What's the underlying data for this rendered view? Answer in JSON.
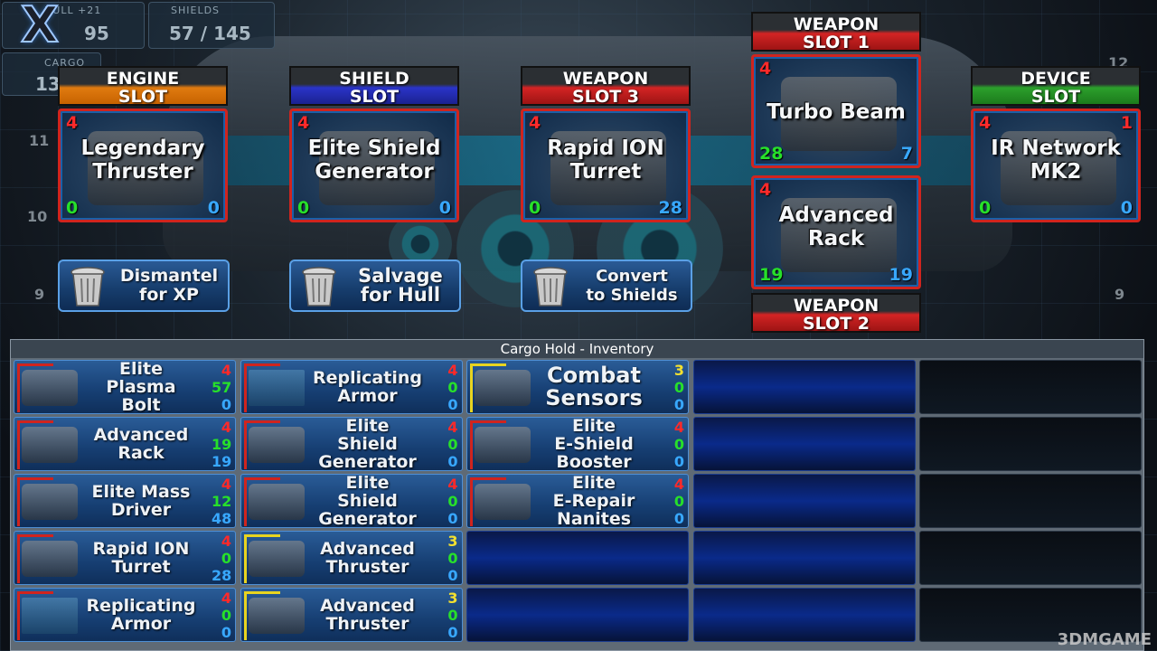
{
  "hud": {
    "hull_label": "HULL +21",
    "hull_value": "95",
    "shields_label": "SHIELDS",
    "shields_value": "57 / 145",
    "cargo_label": "CARGO",
    "cargo_value": "13"
  },
  "grid_numbers": {
    "left_11": "11",
    "left_10": "10",
    "left_9": "9",
    "right_12": "12",
    "right_9": "9"
  },
  "slots": {
    "engine": {
      "header": "ENGINE\nSLOT",
      "name": "Legendary Thruster",
      "tl": "4",
      "tr": "",
      "bl": "0",
      "br": "0"
    },
    "shield": {
      "header": "SHIELD\nSLOT",
      "name": "Elite Shield Generator",
      "tl": "4",
      "tr": "",
      "bl": "0",
      "br": "0"
    },
    "weapon3": {
      "header": "WEAPON\nSLOT 3",
      "name": "Rapid ION Turret",
      "tl": "4",
      "tr": "",
      "bl": "0",
      "br": "28"
    },
    "weapon1": {
      "header": "WEAPON\nSLOT 1",
      "name": "Turbo Beam",
      "tl": "4",
      "tr": "",
      "bl": "28",
      "br": "7"
    },
    "weapon2": {
      "header": "WEAPON\nSLOT 2",
      "name": "Advanced Rack",
      "tl": "4",
      "tr": "",
      "bl": "19",
      "br": "19"
    },
    "device": {
      "header": "DEVICE\nSLOT",
      "name": "IR Network MK2",
      "tl": "4",
      "tr": "1",
      "bl": "0",
      "br": "0"
    }
  },
  "actions": {
    "dismantle": "Dismantel\nfor XP",
    "salvage": "Salvage\nfor Hull",
    "convert": "Convert\nto Shields"
  },
  "cargo": {
    "title": "Cargo Hold - Inventory",
    "items": [
      {
        "name": "Elite\nPlasma\nBolt",
        "s1": "4",
        "s2": "57",
        "s3": "0",
        "c1": "r",
        "art": "gray"
      },
      {
        "name": "Replicating\nArmor",
        "s1": "4",
        "s2": "0",
        "s3": "0",
        "c1": "r",
        "art": "blue"
      },
      {
        "name": "Combat\nSensors",
        "s1": "3",
        "s2": "0",
        "s3": "0",
        "c1": "y",
        "art": "gray",
        "big": true
      },
      {
        "name": "Advanced\nRack",
        "s1": "4",
        "s2": "19",
        "s3": "19",
        "c1": "r",
        "art": "gray"
      },
      {
        "name": "Elite\nShield\nGenerator",
        "s1": "4",
        "s2": "0",
        "s3": "0",
        "c1": "r",
        "art": "gray"
      },
      {
        "name": "Elite\nE-Shield\nBooster",
        "s1": "4",
        "s2": "0",
        "s3": "0",
        "c1": "r",
        "art": "gray"
      },
      {
        "name": "Elite Mass\nDriver",
        "s1": "4",
        "s2": "12",
        "s3": "48",
        "c1": "r",
        "art": "gray"
      },
      {
        "name": "Elite\nShield\nGenerator",
        "s1": "4",
        "s2": "0",
        "s3": "0",
        "c1": "r",
        "art": "gray"
      },
      {
        "name": "Elite\nE-Repair\nNanites",
        "s1": "4",
        "s2": "0",
        "s3": "0",
        "c1": "r",
        "art": "gray"
      },
      {
        "name": "Rapid ION\nTurret",
        "s1": "4",
        "s2": "0",
        "s3": "28",
        "c1": "r",
        "art": "gray"
      },
      {
        "name": "Advanced\nThruster",
        "s1": "3",
        "s2": "0",
        "s3": "0",
        "c1": "y",
        "art": "gray"
      },
      {
        "name": "Replicating\nArmor",
        "s1": "4",
        "s2": "0",
        "s3": "0",
        "c1": "r",
        "art": "blue"
      },
      {
        "name": "Advanced\nThruster",
        "s1": "3",
        "s2": "0",
        "s3": "0",
        "c1": "y",
        "art": "gray"
      }
    ]
  },
  "watermark": "3DMGAME"
}
